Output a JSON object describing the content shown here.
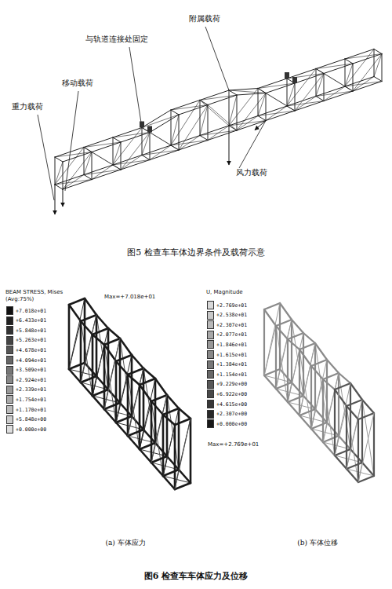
{
  "diagram": {
    "labels": [
      "重力载荷",
      "移动载荷",
      "与轨道连接处固定",
      "附属载荷",
      "风力载荷",
      "图5 检查车车体边界条件及载荷示意",
      "BEAM STRESS, Mises",
      "(Avg:75%)",
      "Max=+7.018e+01",
      "U, Magnitude",
      "Max=+2.769e+01",
      "(a) 车体应力",
      "(b) 车体位移",
      "图6 检查车车体应力及位移"
    ],
    "legend": [
      {
        "text": "+7.018e+01",
        "color": "#111111"
      },
      {
        "text": "+6.433e+01",
        "color": "#222222"
      },
      {
        "text": "+5.848e+01",
        "color": "#333333"
      },
      {
        "text": "+5.263e+01",
        "color": "#444444"
      },
      {
        "text": "+4.678e+01",
        "color": "#555555"
      },
      {
        "text": "+4.094e+01",
        "color": "#666666"
      },
      {
        "text": "+3.509e+01",
        "color": "#777777"
      },
      {
        "text": "+2.924e+01",
        "color": "#888888"
      },
      {
        "text": "+2.339e+01",
        "color": "#999999"
      },
      {
        "text": "+1.754e+01",
        "color": "#aaaaaa"
      },
      {
        "text": "+1.170e+01",
        "color": "#bbbbbb"
      },
      {
        "text": "+5.848e+00",
        "color": "#cccccc"
      },
      {
        "text": "+0.000e+00",
        "color": "#dddddd"
      },
      {
        "text": "+2.769e+01",
        "color": "#d8d8d8"
      },
      {
        "text": "+2.538e+01",
        "color": "#c8c8c8"
      },
      {
        "text": "+2.307e+01",
        "color": "#b8b8b8"
      },
      {
        "text": "+2.077e+01",
        "color": "#a8a8a8"
      },
      {
        "text": "+1.846e+01",
        "color": "#989898"
      },
      {
        "text": "+1.615e+01",
        "color": "#888888"
      },
      {
        "text": "+1.384e+01",
        "color": "#787878"
      },
      {
        "text": "+1.154e+01",
        "color": "#686868"
      },
      {
        "text": "+9.229e+00",
        "color": "#585858"
      },
      {
        "text": "+6.922e+00",
        "color": "#484848"
      },
      {
        "text": "+4.615e+00",
        "color": "#383838"
      },
      {
        "text": "+2.307e+00",
        "color": "#282828"
      },
      {
        "text": "+0.000e+00",
        "color": "#181818"
      }
    ]
  }
}
